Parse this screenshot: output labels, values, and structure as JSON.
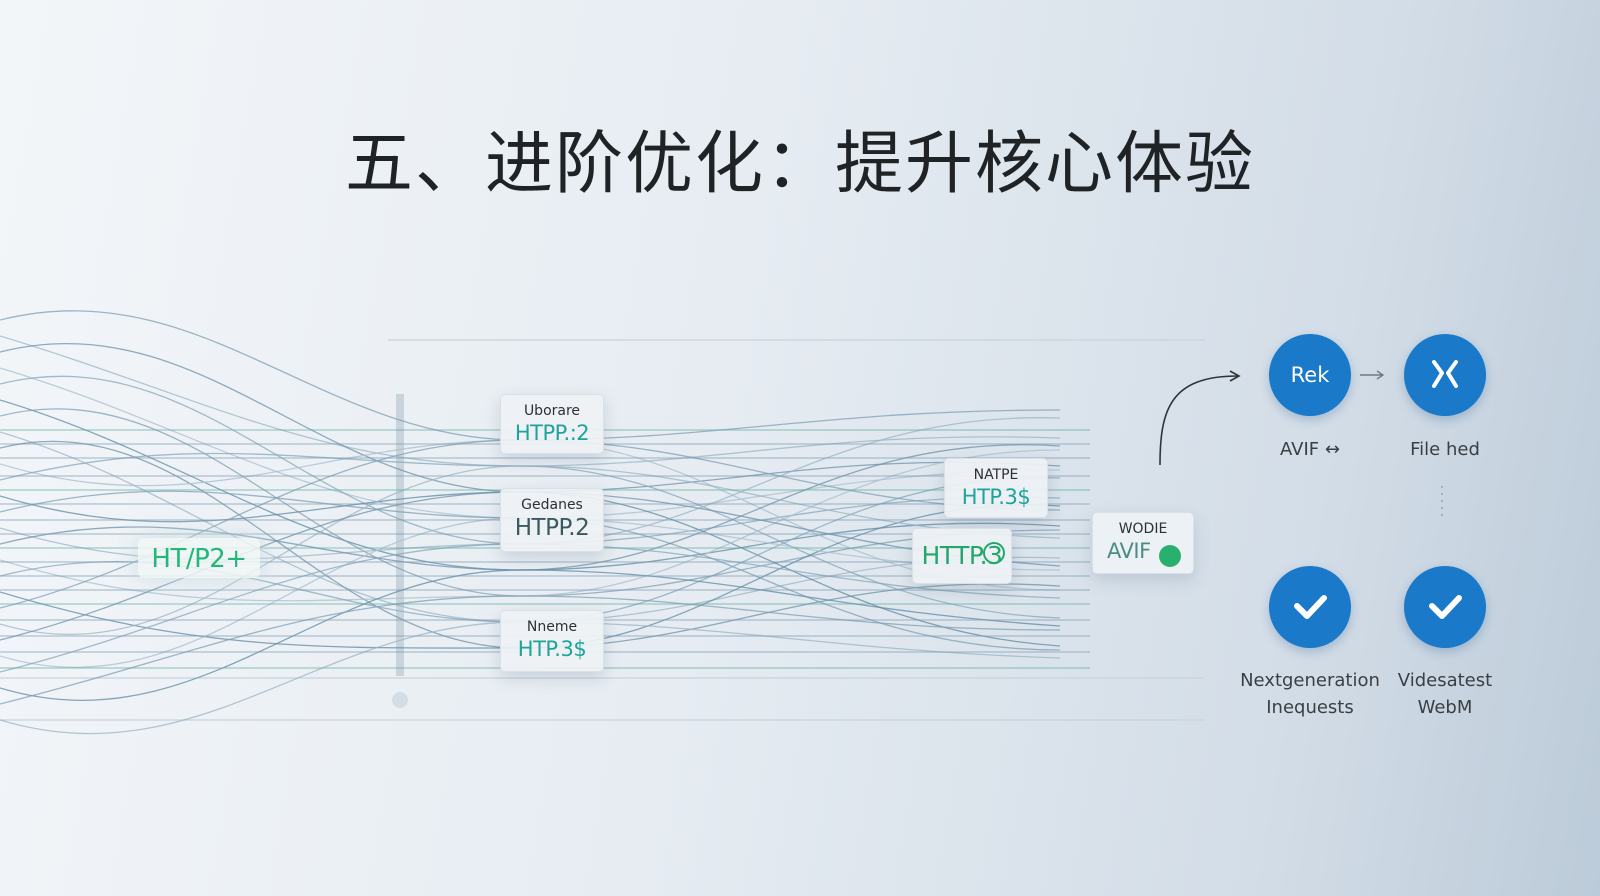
{
  "title": "五、进阶优化：提升核心体验",
  "left_label": "HT/P2+",
  "nodes": [
    {
      "small": "Uborare",
      "big": "HTPP.:2"
    },
    {
      "small": "Gedanes",
      "big": "HTPP.2"
    },
    {
      "small": "Nneme",
      "big": "HTP.3$"
    },
    {
      "small": "NATPE",
      "big": "HTP.3$"
    },
    {
      "big": "HTTP.3"
    },
    {
      "small": "WODIE",
      "big": "AVIF"
    }
  ],
  "circles": [
    {
      "icon": "text",
      "text": "Rek",
      "label_lines": [
        "AVIF ↔"
      ]
    },
    {
      "icon": "x-icon",
      "label_lines": [
        "File hed"
      ]
    },
    {
      "icon": "check-icon",
      "label_lines": [
        "Nextgeneration",
        "Inequests"
      ]
    },
    {
      "icon": "check-icon",
      "label_lines": [
        "Videsatest",
        "WebM"
      ]
    }
  ],
  "colors": {
    "circle": "#1a79c8",
    "accent_teal": "#1fa39a",
    "accent_green": "#23a86b"
  }
}
